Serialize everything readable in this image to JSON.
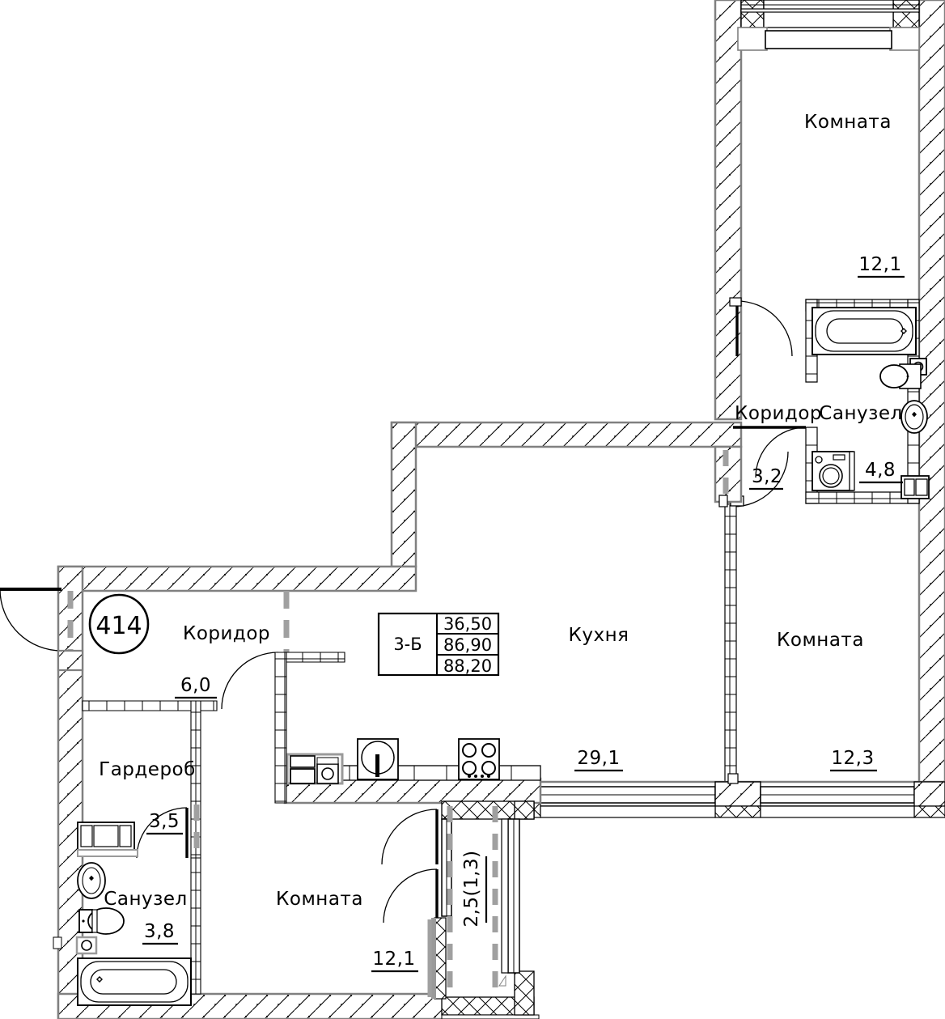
{
  "plan": {
    "apartment_number": "414",
    "type_label": "3-Б",
    "areas_table": [
      "36,50",
      "86,90",
      "88,20"
    ],
    "rooms": [
      {
        "id": "room-top-right",
        "name": "Комната",
        "area": "12,1"
      },
      {
        "id": "corridor-right",
        "name": "Коридор",
        "area": "3,2"
      },
      {
        "id": "bathroom-right",
        "name": "Санузел",
        "area": "4,8"
      },
      {
        "id": "room-right",
        "name": "Комната",
        "area": "12,3"
      },
      {
        "id": "kitchen",
        "name": "Кухня",
        "area": "29,1"
      },
      {
        "id": "corridor-main",
        "name": "Коридор",
        "area": "6,0"
      },
      {
        "id": "wardrobe",
        "name": "Гардероб",
        "area": "3,5"
      },
      {
        "id": "bathroom-left",
        "name": "Санузел",
        "area": "3,8"
      },
      {
        "id": "room-bottom",
        "name": "Комната",
        "area": "12,1"
      },
      {
        "id": "balcony",
        "name": "",
        "area": "2,5(1,3)"
      }
    ],
    "colors": {
      "line": "#000000",
      "wall_fill": "#ffffff",
      "wall_edge": "#808080",
      "background": "#ffffff",
      "partition": "#a0a0a0"
    }
  }
}
